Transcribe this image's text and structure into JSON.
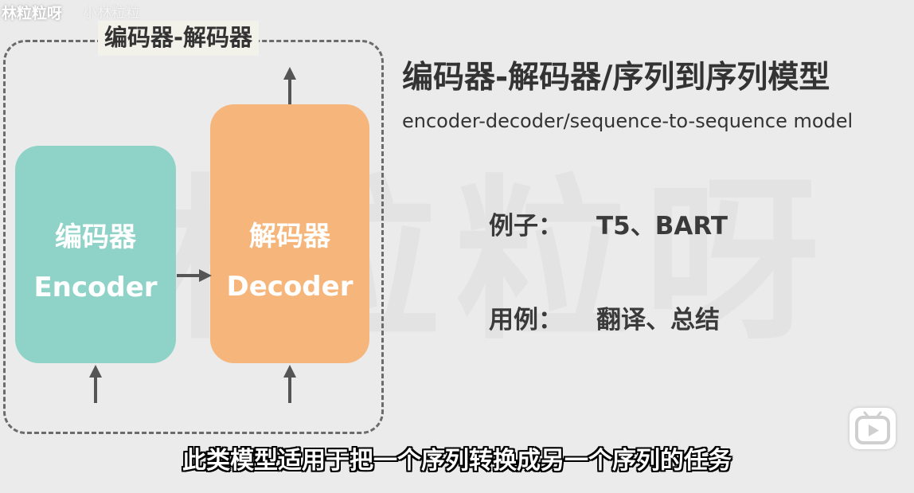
{
  "channel": {
    "name": "林粒粒呀",
    "faint_text": "小林粒粒"
  },
  "watermark": "林粒粒呀",
  "diagram": {
    "caption": "编码器-解码器",
    "encoder": {
      "zh": "编码器",
      "en": "Encoder"
    },
    "decoder": {
      "zh": "解码器",
      "en": "Decoder"
    }
  },
  "panel": {
    "title": "编码器-解码器/序列到序列模型",
    "subtitle": "encoder-decoder/sequence-to-sequence model",
    "examples_label": "例子：",
    "examples_value": "T5、BART",
    "usecases_label": "用例：",
    "usecases_value": "翻译、总结"
  },
  "caption_text": "此类模型适用于把一个序列转换成另一个序列的任务",
  "colors": {
    "background": "#ebebeb",
    "encoder": "#8fd3c8",
    "decoder": "#f6b57a",
    "arrow": "#555555",
    "text": "#333333"
  },
  "icons": {
    "player": "bilibili-tv-icon"
  }
}
